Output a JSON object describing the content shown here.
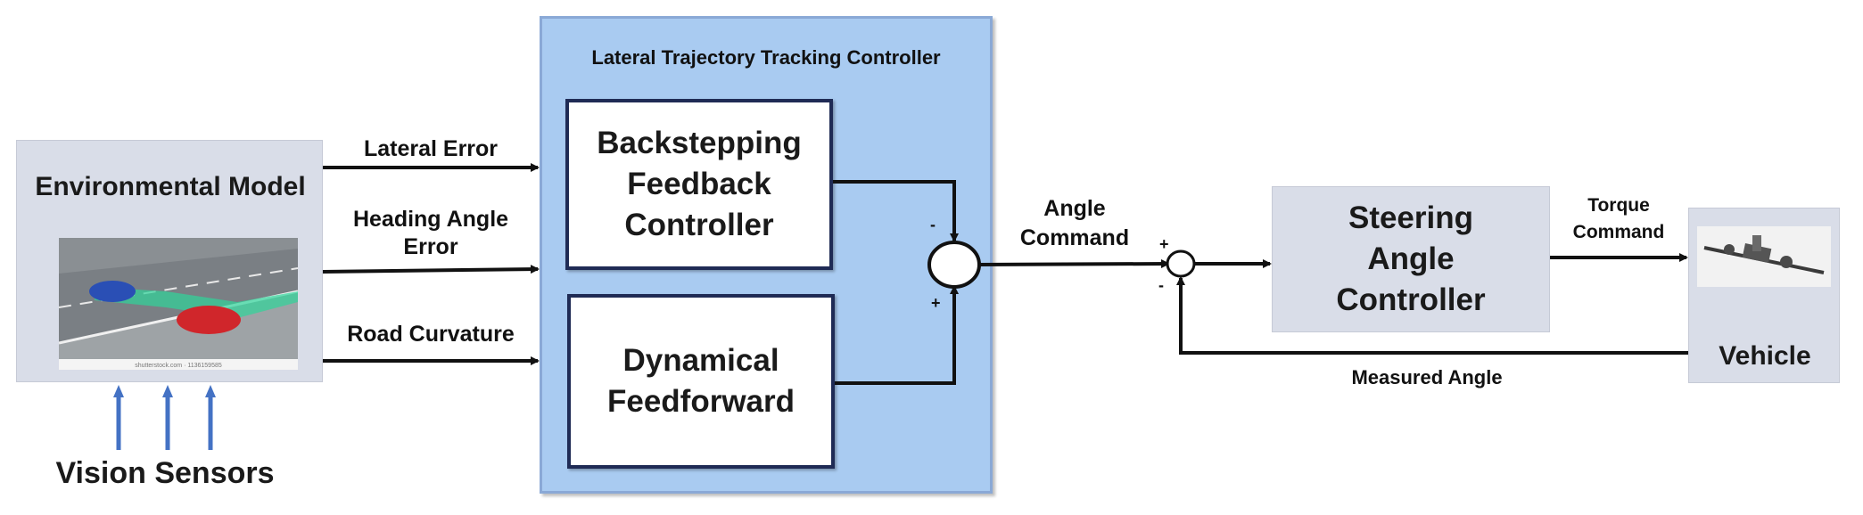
{
  "controller": {
    "title": "Lateral Trajectory Tracking Controller",
    "feedback": "Backstepping Feedback Controller",
    "feedforward": "Dynamical Feedforward"
  },
  "env_model": {
    "label": "Environmental Model",
    "image_caption": "shutterstock.com · 1136159585"
  },
  "sensors": {
    "label": "Vision Sensors"
  },
  "signals": {
    "lateral_error": "Lateral Error",
    "heading_error": "Heading Angle Error",
    "road_curvature": "Road Curvature",
    "angle_command": "Angle Command",
    "torque_command": "Torque Command",
    "measured_angle": "Measured Angle"
  },
  "steering": {
    "label": "Steering Angle Controller"
  },
  "vehicle": {
    "label": "Vehicle"
  },
  "signs": {
    "sum1_top": "-",
    "sum1_bottom": "+",
    "sum2_left": "+",
    "sum2_bottom": "-"
  },
  "colors": {
    "controller_fill": "#a9cbf1",
    "block_gray": "#d9dde8",
    "sensor_arrows": "#4472c4",
    "box_border": "#1f2b55"
  }
}
